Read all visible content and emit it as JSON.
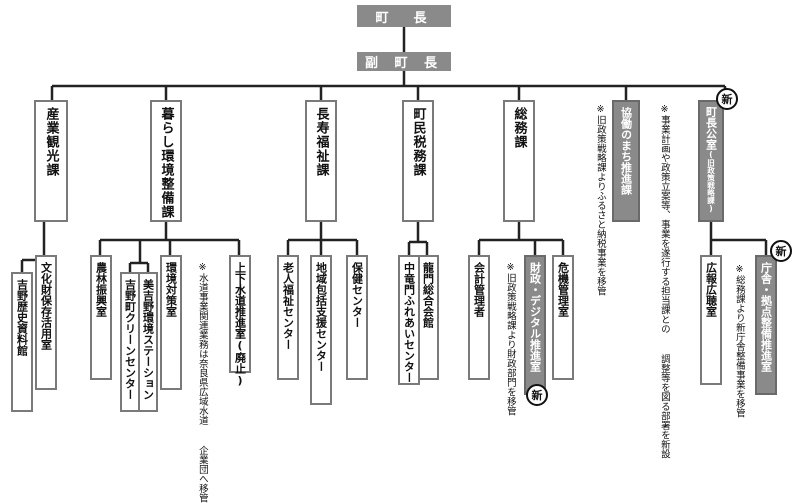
{
  "top": {
    "mayor": "町　長",
    "deputy": "副 町 長"
  },
  "departments": {
    "sangyo": "産業観光課",
    "kurashi": "暮らし環境整備課",
    "chouju": "長寿福祉課",
    "choumin": "町民税務課",
    "soumu": "総務課",
    "kyodo": "協働のまち推進課",
    "chocho": "町長公室",
    "chocho_sub": "(旧政策戦略課)"
  },
  "sections": {
    "bunkazai": "文化財保存活用室",
    "rekishi": "吉野歴史資料館",
    "nourin": "農林振興室",
    "kankyo": "環境対策室",
    "yoshino_kankyo": "美吉野環境ステーション",
    "clean": "吉野町クリーンセンター",
    "jougesuido": "上下水道推進室",
    "jougesuido_suffix": "(廃止)",
    "roujin": "老人福祉センター",
    "chiiki": "地域包括支援センター",
    "hoken": "保健センター",
    "ryumon": "龍門総合会館",
    "nakasho": "中竜門ふれあいセンター",
    "kaikei": "会計管理者",
    "zaisei": "財政・デジタル推進室",
    "kiki": "危機管理室",
    "kouhou": "広報広聴室",
    "chousha": "庁舎・拠点整備推進室"
  },
  "notes": {
    "suido": "※水道事業関連業務は奈良県広域水道\n　企業団へ移管",
    "kyodo": "※旧政策戦略課よりふるさと納税事業を移管",
    "chocho": "※事業計画や政策立案等、事業を遂行する担当課との\n　調整等を図る部署を新設",
    "zaisei": "※旧政策戦略課より財政部門を移管",
    "chousha": "※総務課より新庁舎整備事業を移管"
  },
  "badges": {
    "new": "新"
  },
  "colors": {
    "line": "#222222",
    "box_border": "#7a7a7a",
    "highlight": "#8a8a8a"
  }
}
